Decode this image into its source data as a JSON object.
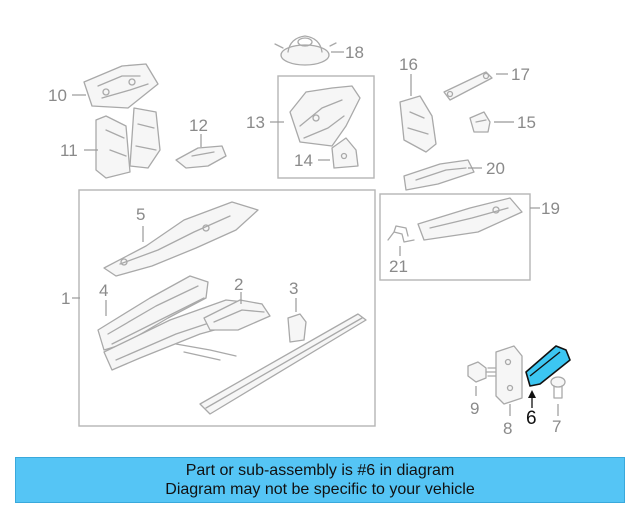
{
  "diagram": {
    "callouts": {
      "c1": "1",
      "c2": "2",
      "c3": "3",
      "c4": "4",
      "c5": "5",
      "c6": "6",
      "c7": "7",
      "c8": "8",
      "c9": "9",
      "c10": "10",
      "c11": "11",
      "c12": "12",
      "c13": "13",
      "c14": "14",
      "c15": "15",
      "c16": "16",
      "c17": "17",
      "c18": "18",
      "c19": "19",
      "c20": "20",
      "c21": "21"
    },
    "highlighted_part": "6",
    "highlight_color": "#3cc6f2"
  },
  "banner": {
    "line1": "Part or sub-assembly is #6 in diagram",
    "line2": "Diagram may not be specific to your vehicle",
    "background": "#55c5f5"
  }
}
